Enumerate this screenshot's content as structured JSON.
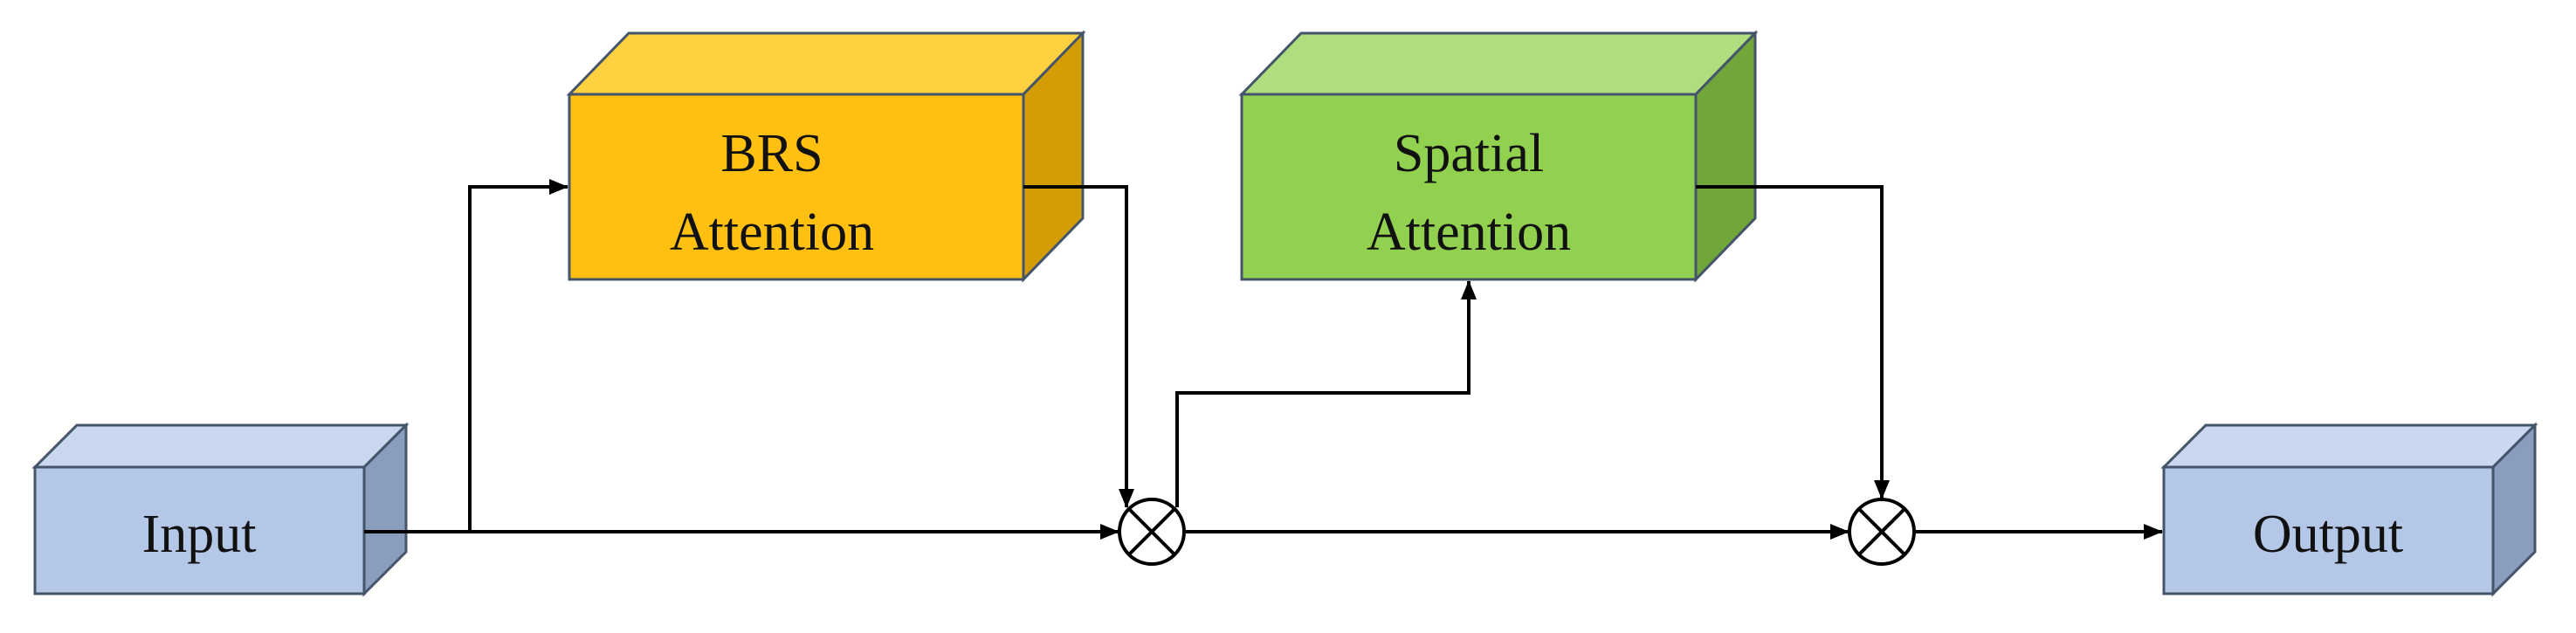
{
  "blocks": {
    "input": {
      "label": "Input"
    },
    "brs_attention": {
      "line1": "BRS",
      "line2": "Attention"
    },
    "spatial_attention": {
      "line1": "Spatial",
      "line2": "Attention"
    },
    "output": {
      "label": "Output"
    }
  },
  "colors": {
    "input_output_front": "#b4c7e7",
    "input_output_top": "#c9d7ef",
    "input_output_side": "#8a9dbd",
    "brs_front": "#ffc011",
    "brs_top": "#ffd040",
    "brs_side": "#d49d05",
    "spatial_front": "#92d050",
    "spatial_top": "#b0de7e",
    "spatial_side": "#71a63b",
    "outline": "#44546a",
    "connector": "#000000"
  },
  "operators": {
    "multiply_1": "element-wise multiplication",
    "multiply_2": "element-wise multiplication"
  }
}
